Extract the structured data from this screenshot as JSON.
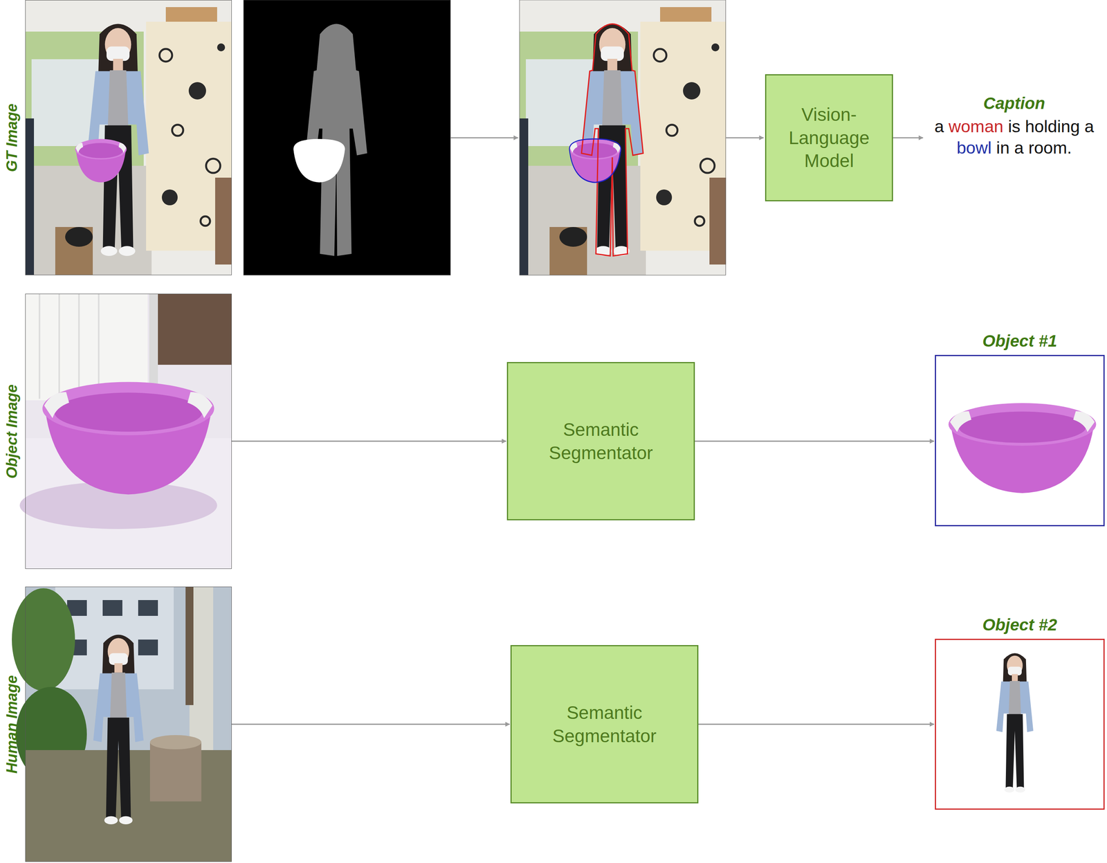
{
  "diagram": {
    "nodes": [
      {
        "text": [
          "GT Image"
        ]
      },
      {
        "text": [
          "Vision-Language Model"
        ]
      },
      {
        "text": [
          "Caption",
          "a woman is holding a bowl in a room."
        ]
      },
      {
        "text": [
          "Object Image"
        ]
      },
      {
        "text": [
          "Semantic Segmentator"
        ]
      },
      {
        "text": [
          "Object #1"
        ]
      },
      {
        "text": [
          "Human Image"
        ]
      },
      {
        "text": [
          "Semantic Segmentator"
        ]
      },
      {
        "text": [
          "Object #2"
        ]
      }
    ],
    "edges": [
      {
        "from": 1,
        "to": 2,
        "arrow": "to"
      },
      {
        "from": 3,
        "to": 4,
        "arrow": "to"
      },
      {
        "from": 4,
        "to": 5,
        "arrow": "to"
      },
      {
        "from": 6,
        "to": 7,
        "arrow": "to"
      },
      {
        "from": 7,
        "to": 8,
        "arrow": "to"
      }
    ]
  }
}
